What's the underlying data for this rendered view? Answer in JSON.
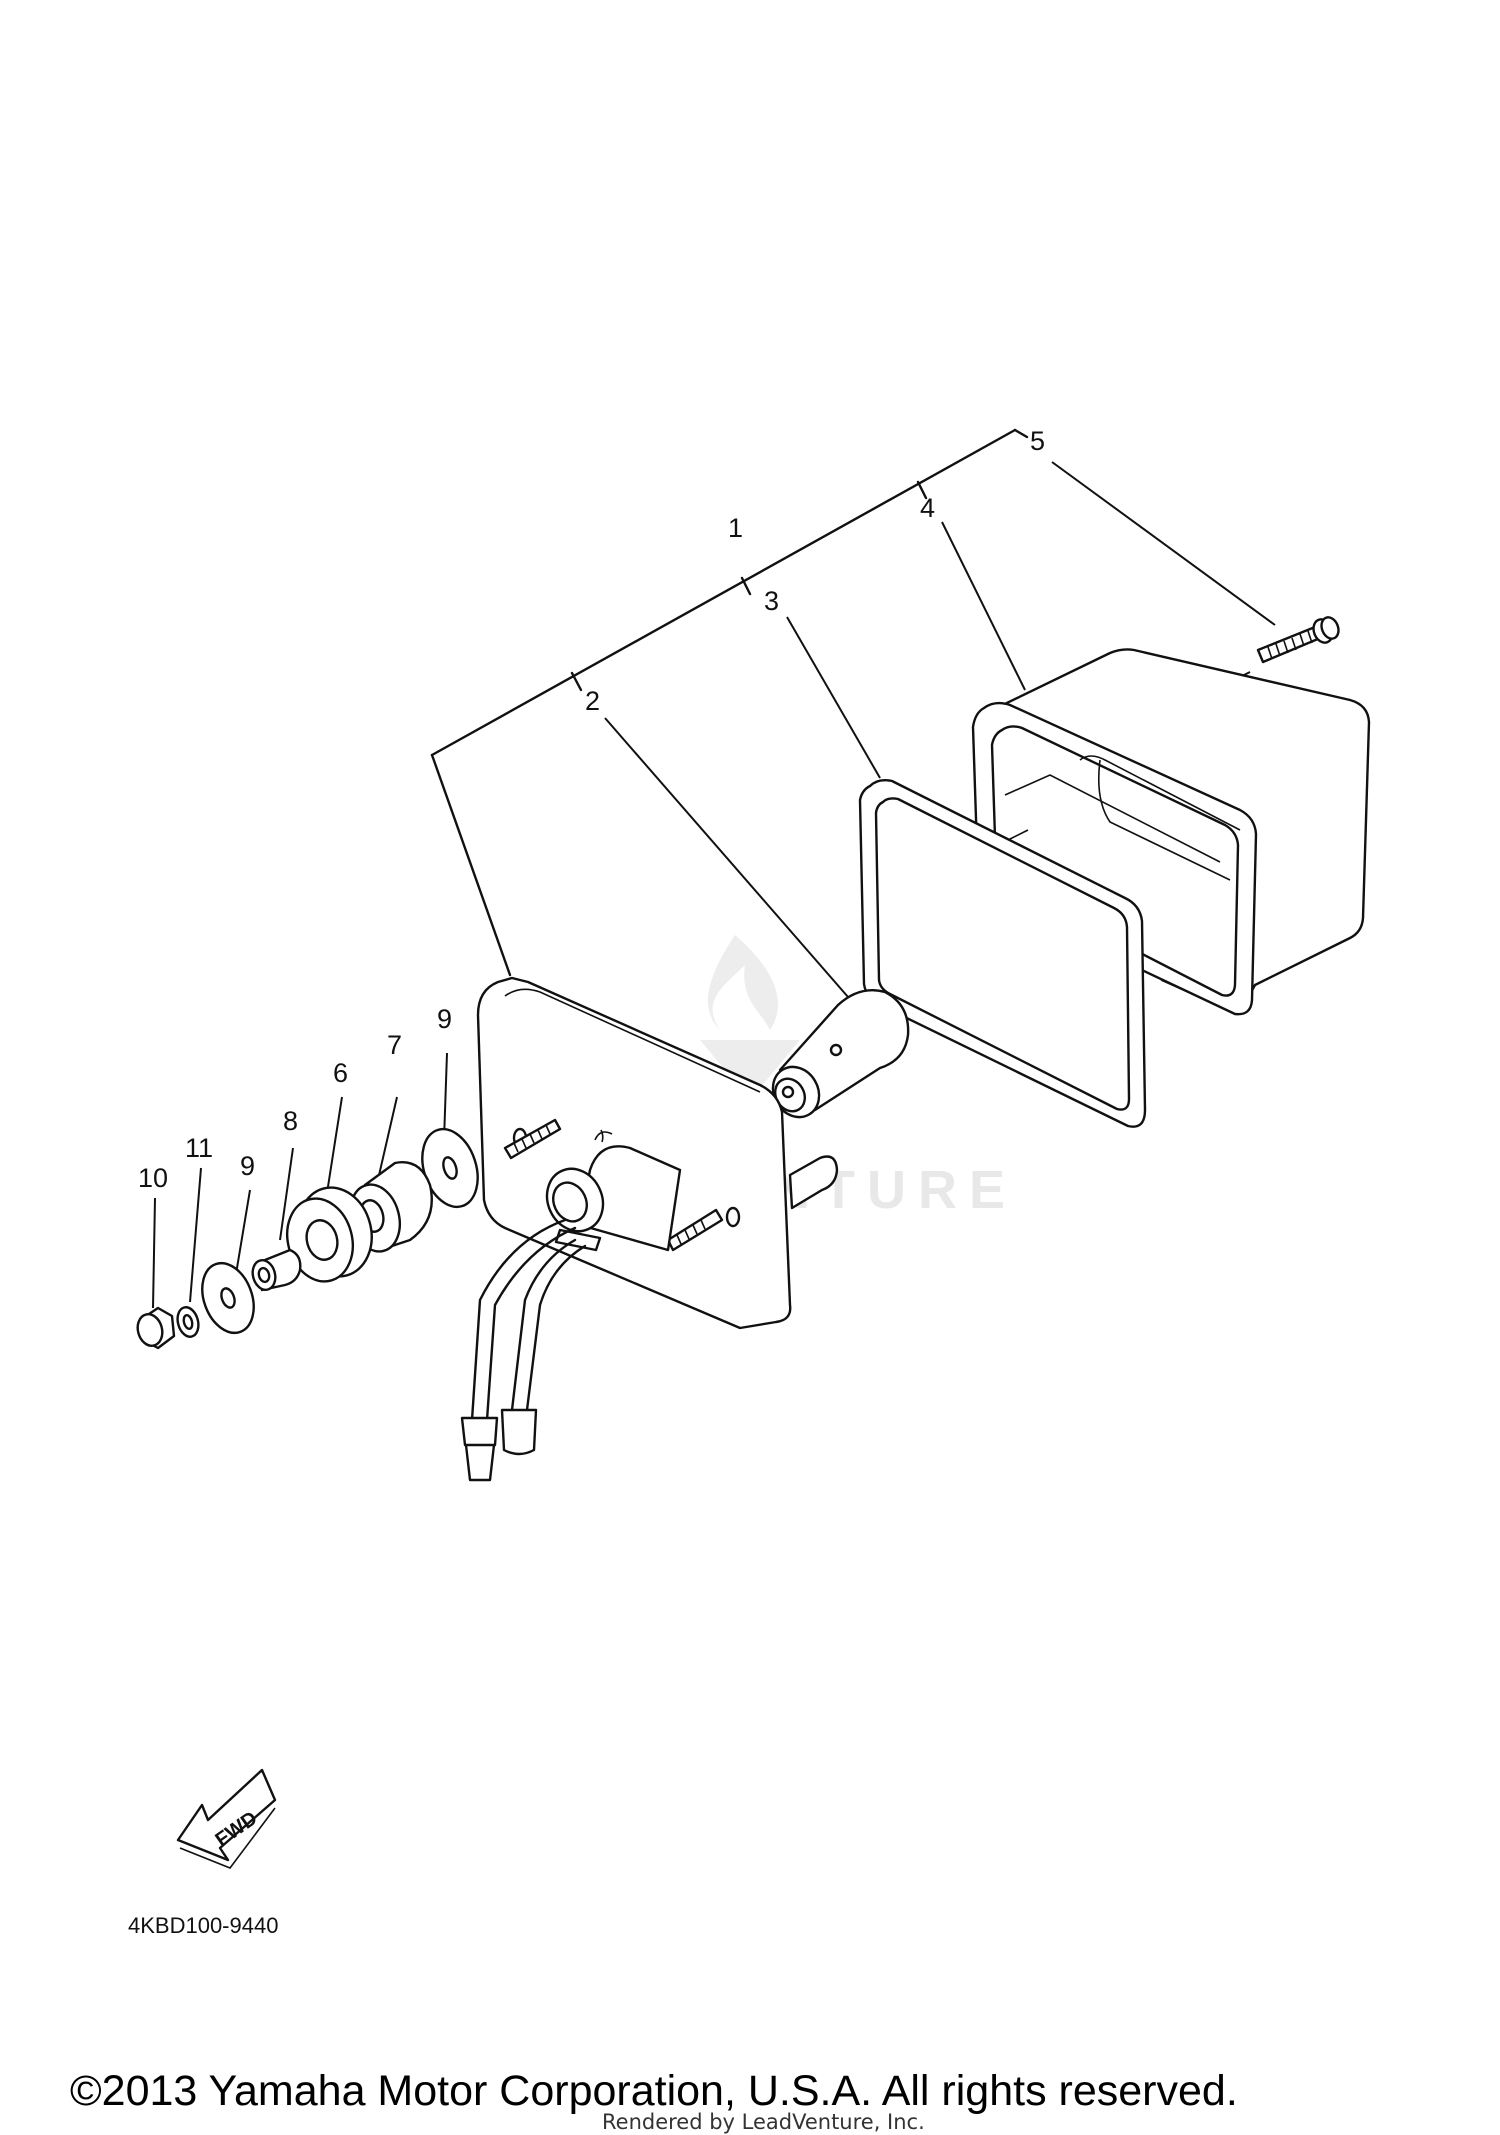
{
  "diagram": {
    "callouts": {
      "c1": "1",
      "c2": "2",
      "c3": "3",
      "c4": "4",
      "c5": "5",
      "c6": "6",
      "c7": "7",
      "c8": "8",
      "c9a": "9",
      "c9b": "9",
      "c10": "10",
      "c11": "11"
    },
    "fwd_label": "FWD",
    "part_code": "4KBD100-9440",
    "watermark": "LEADVENTURE",
    "copyright": "©2013 Yamaha Motor Corporation, U.S.A. All rights reserved.",
    "rendered_by": "Rendered by LeadVenture, Inc."
  }
}
